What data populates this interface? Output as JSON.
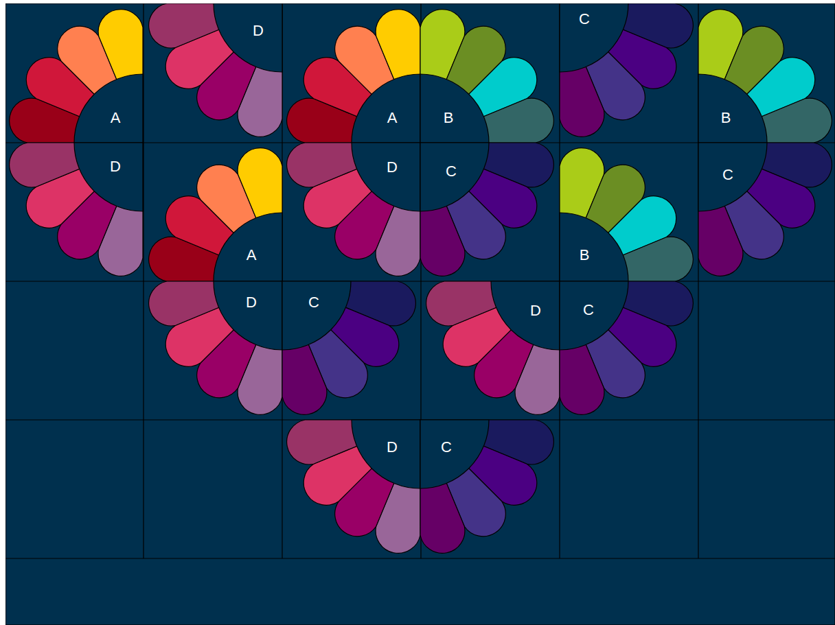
{
  "diagram": {
    "nodes": [
      {
        "text": [
          "D"
        ]
      },
      {
        "text": [
          "C"
        ]
      },
      {
        "text": [
          "A"
        ]
      },
      {
        "text": [
          "A"
        ]
      },
      {
        "text": [
          "B"
        ]
      },
      {
        "text": [
          "B"
        ]
      },
      {
        "text": [
          "D"
        ]
      },
      {
        "text": [
          "D"
        ]
      },
      {
        "text": [
          "C"
        ]
      },
      {
        "text": [
          "C"
        ]
      },
      {
        "text": [
          "A"
        ]
      },
      {
        "text": [
          "B"
        ]
      },
      {
        "text": [
          "D"
        ]
      },
      {
        "text": [
          "C"
        ]
      },
      {
        "text": [
          "D"
        ]
      },
      {
        "text": [
          "C"
        ]
      },
      {
        "text": [
          "D"
        ]
      },
      {
        "text": [
          "C"
        ]
      }
    ]
  }
}
